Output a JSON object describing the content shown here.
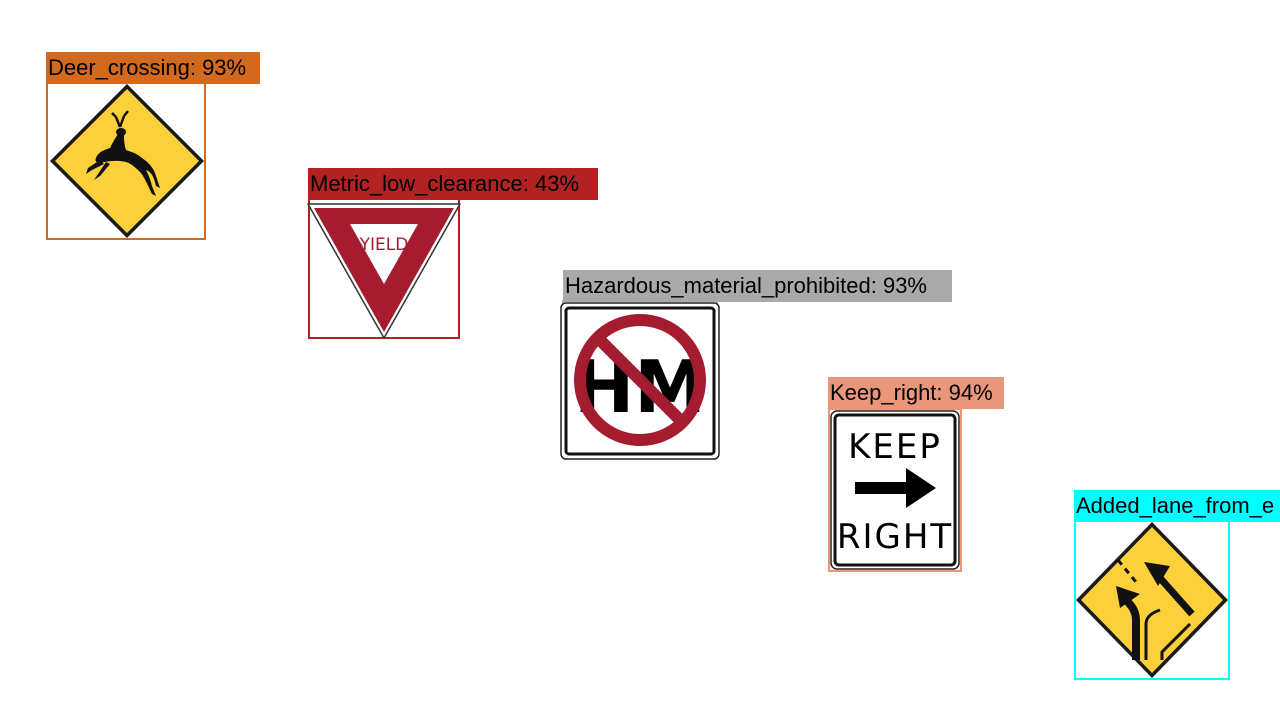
{
  "detections": [
    {
      "label": "Deer_crossing: 93%",
      "color": "#d2691e"
    },
    {
      "label": "Metric_low_clearance: 43%",
      "color": "#b22222"
    },
    {
      "label": "Hazardous_material_prohibited: 93%",
      "color": "#a9a9a9"
    },
    {
      "label": "Keep_right: 94%",
      "color": "#e9967a"
    },
    {
      "label": "Added_lane_from_e",
      "color": "#00ffff"
    }
  ],
  "signs": {
    "yield_text": "YIELD",
    "hm_text": "HM",
    "keep_text": "KEEP",
    "right_text": "RIGHT"
  },
  "icons": [
    "deer-icon",
    "arrow-right-icon",
    "merge-arrows-icon"
  ]
}
